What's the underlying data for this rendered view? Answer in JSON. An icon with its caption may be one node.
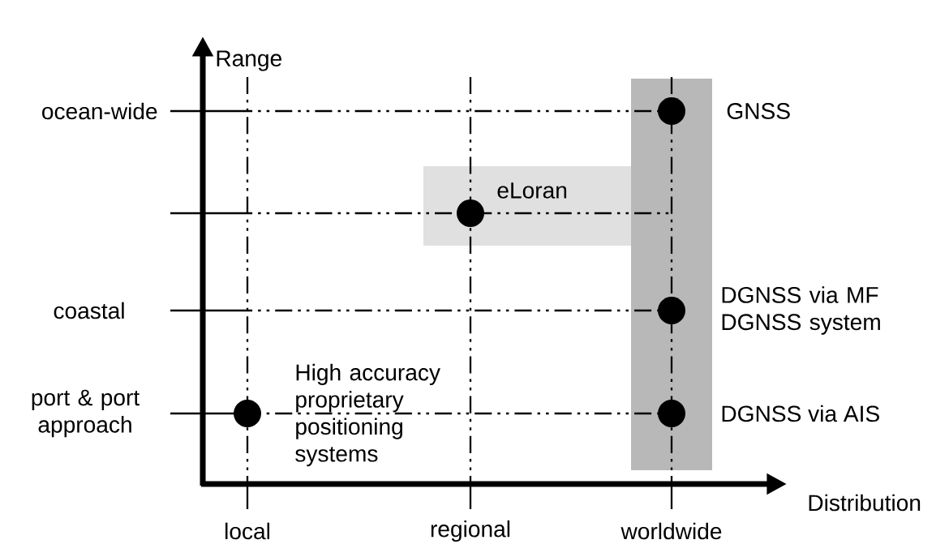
{
  "diagram": {
    "nodes": [
      {
        "text": [],
        "shape": "band"
      },
      {
        "text": [],
        "shape": "circle",
        "in": 0,
        "beside": [
          "GNSS"
        ]
      },
      {
        "text": [],
        "shape": "band"
      },
      {
        "text": [],
        "shape": "circle",
        "in": 2,
        "beside": [
          "eLoran"
        ]
      },
      {
        "text": [],
        "shape": "circle",
        "in": 0,
        "beside": [
          "DGNSS via MF DGNSS system"
        ]
      },
      {
        "text": [],
        "shape": "circle",
        "in": 0,
        "beside": [
          "DGNSS via AIS"
        ]
      },
      {
        "text": [],
        "shape": "circle",
        "beside": [
          "High accuracy proprietary positioning systems"
        ]
      }
    ],
    "labels": [
      "Range",
      "ocean-wide",
      "coastal",
      "port & port approach",
      "Distribution",
      "local",
      "regional",
      "worldwide"
    ]
  }
}
